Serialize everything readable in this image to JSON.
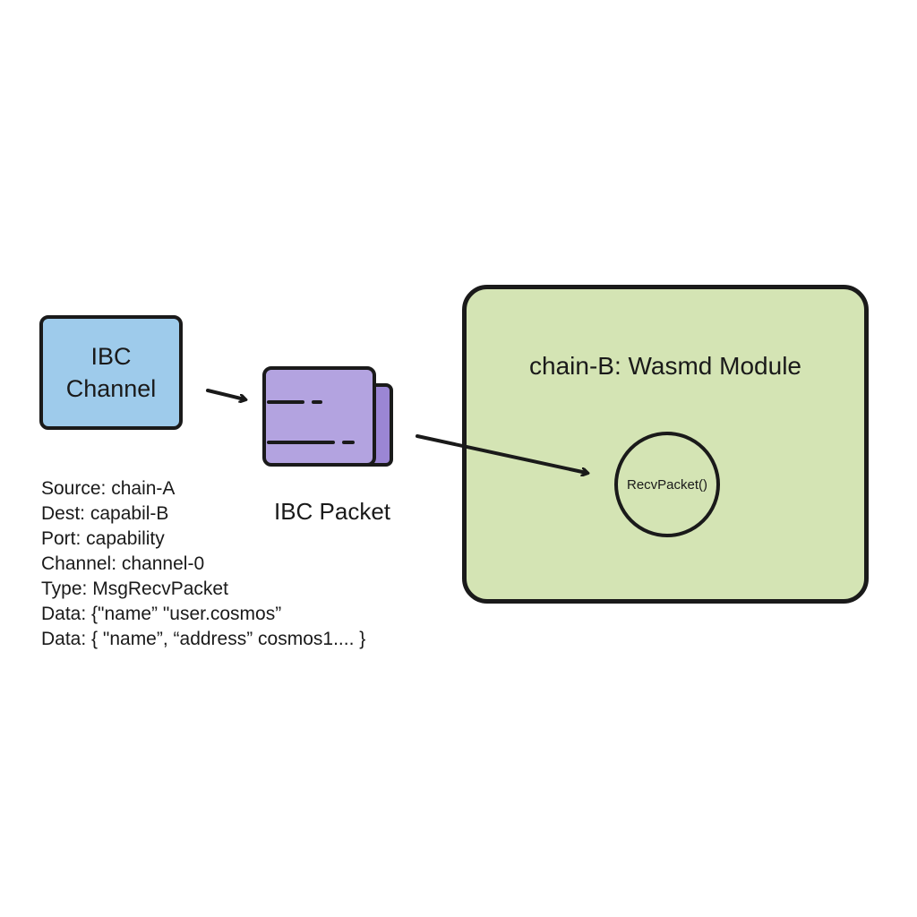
{
  "colors": {
    "channel_fill": "#9ecbeb",
    "packet_fill": "#b3a3e0",
    "packet_back_fill": "#9b86d4",
    "module_fill": "#d4e4b4",
    "stroke": "#1a1a1a",
    "background": "#ffffff"
  },
  "channel": {
    "line1": "IBC",
    "line2": "Channel"
  },
  "packet": {
    "label": "IBC Packet",
    "icon": "packet-stack-icon"
  },
  "details": [
    "Source: chain-A",
    "Dest: capabil-B",
    "Port: capability",
    "Channel: channel-0",
    "Type: MsgRecvPacket",
    "Data: {\"name”  \"user.cosmos”",
    "Data: { \"name”, “address”  cosmos1.... }"
  ],
  "module": {
    "title": "chain-B: Wasmd Module",
    "handler": "RecvPacket()"
  }
}
